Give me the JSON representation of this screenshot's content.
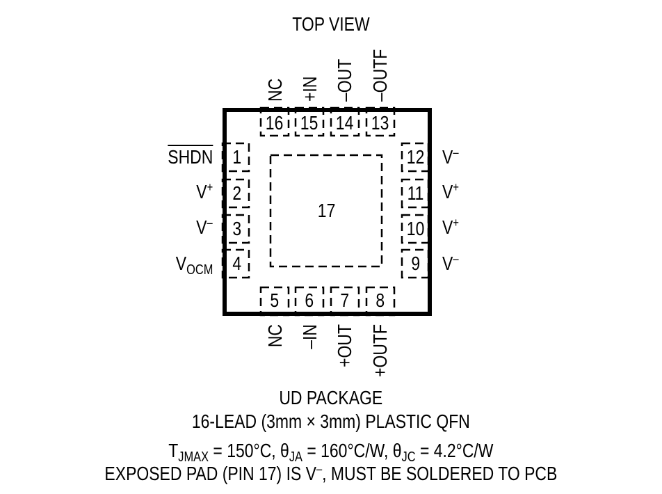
{
  "title": "TOP VIEW",
  "package": {
    "exposed_pad_number": "17",
    "top_pins": [
      {
        "num": "16",
        "label": "NC"
      },
      {
        "num": "15",
        "label": "+IN"
      },
      {
        "num": "14",
        "label": "–OUT"
      },
      {
        "num": "13",
        "label": "–OUTF"
      }
    ],
    "left_pins": [
      {
        "num": "1",
        "label": "SHDN",
        "overline": true
      },
      {
        "num": "2",
        "label_base": "V",
        "label_sup": "+"
      },
      {
        "num": "3",
        "label_base": "V",
        "label_sup": "–"
      },
      {
        "num": "4",
        "label_base": "V",
        "label_sub": "OCM"
      }
    ],
    "right_pins": [
      {
        "num": "12",
        "label_base": "V",
        "label_sup": "–"
      },
      {
        "num": "11",
        "label_base": "V",
        "label_sup": "+"
      },
      {
        "num": "10",
        "label_base": "V",
        "label_sup": "+"
      },
      {
        "num": "9",
        "label_base": "V",
        "label_sup": "–"
      }
    ],
    "bottom_pins": [
      {
        "num": "5",
        "label": "NC"
      },
      {
        "num": "6",
        "label": "–IN"
      },
      {
        "num": "7",
        "label": "+OUT"
      },
      {
        "num": "8",
        "label": "+OUTF"
      }
    ]
  },
  "footer": {
    "package_name": "UD PACKAGE",
    "package_desc": "16-LEAD (3mm × 3mm) PLASTIC QFN",
    "thermal": {
      "tjmax_sym": "T",
      "tjmax_sub": "JMAX",
      "tjmax_val": " = 150°C, ",
      "theta_ja_sym": "θ",
      "theta_ja_sub": "JA",
      "theta_ja_val": " = 160°C/W, ",
      "theta_jc_sym": "θ",
      "theta_jc_sub": "JC",
      "theta_jc_val": " = 4.2°C/W"
    },
    "exposed_pad_note_pre": "EXPOSED PAD (PIN 17) IS V",
    "exposed_pad_note_sup": "–",
    "exposed_pad_note_post": ", MUST BE SOLDERED TO PCB"
  }
}
